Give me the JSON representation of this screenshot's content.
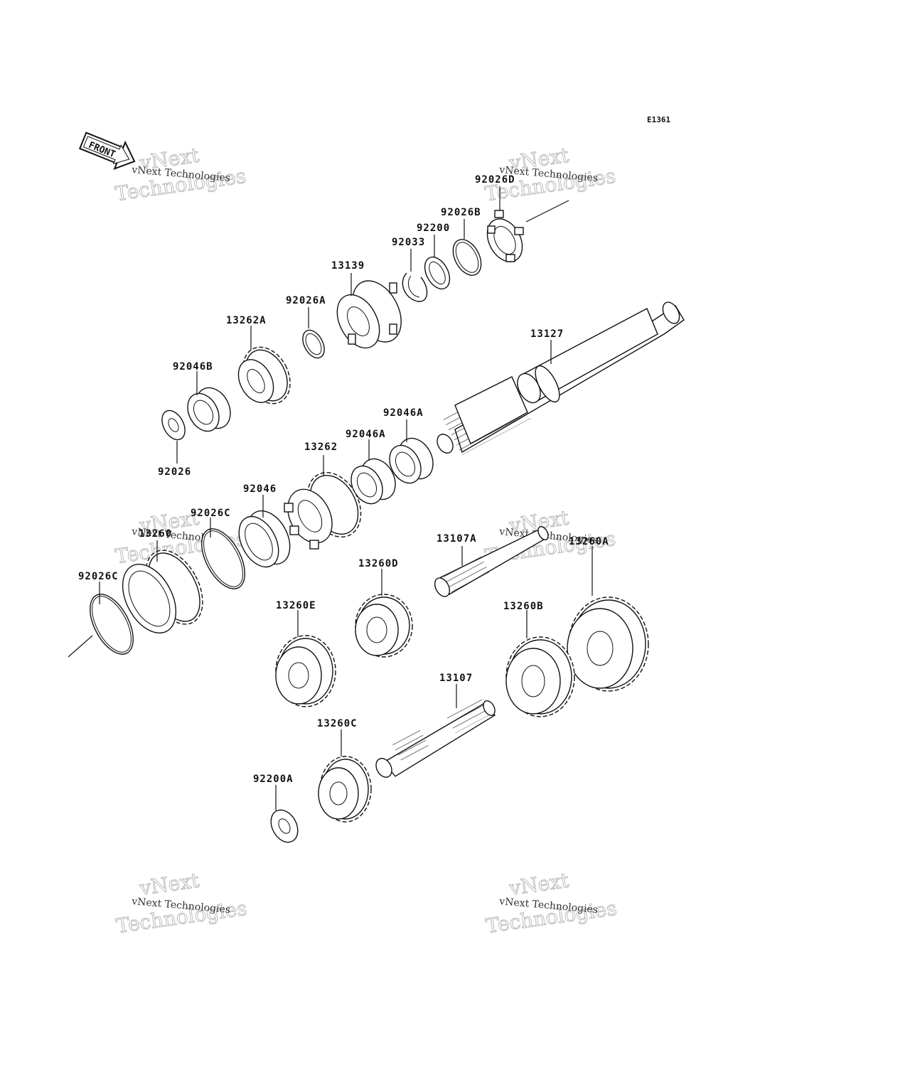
{
  "diagram": {
    "code": "E1361",
    "front_label": "FRONT",
    "watermark_small": "vNext Technologies",
    "watermark_large": "vNext Technologies",
    "parts": [
      {
        "id": "92026D",
        "label": "92026D"
      },
      {
        "id": "92026B",
        "label": "92026B"
      },
      {
        "id": "92200",
        "label": "92200"
      },
      {
        "id": "92033",
        "label": "92033"
      },
      {
        "id": "13139",
        "label": "13139"
      },
      {
        "id": "92026A",
        "label": "92026A"
      },
      {
        "id": "13262A",
        "label": "13262A"
      },
      {
        "id": "92046B",
        "label": "92046B"
      },
      {
        "id": "13127",
        "label": "13127"
      },
      {
        "id": "92046A_1",
        "label": "92046A"
      },
      {
        "id": "92046A_2",
        "label": "92046A"
      },
      {
        "id": "13262",
        "label": "13262"
      },
      {
        "id": "92026",
        "label": "92026"
      },
      {
        "id": "92046",
        "label": "92046"
      },
      {
        "id": "92026C_1",
        "label": "92026C"
      },
      {
        "id": "13260",
        "label": "13260"
      },
      {
        "id": "92026C_2",
        "label": "92026C"
      },
      {
        "id": "13107A",
        "label": "13107A"
      },
      {
        "id": "13260D",
        "label": "13260D"
      },
      {
        "id": "13260A",
        "label": "13260A"
      },
      {
        "id": "13260E",
        "label": "13260E"
      },
      {
        "id": "13260B",
        "label": "13260B"
      },
      {
        "id": "13107",
        "label": "13107"
      },
      {
        "id": "13260C",
        "label": "13260C"
      },
      {
        "id": "92200A",
        "label": "92200A"
      }
    ]
  }
}
